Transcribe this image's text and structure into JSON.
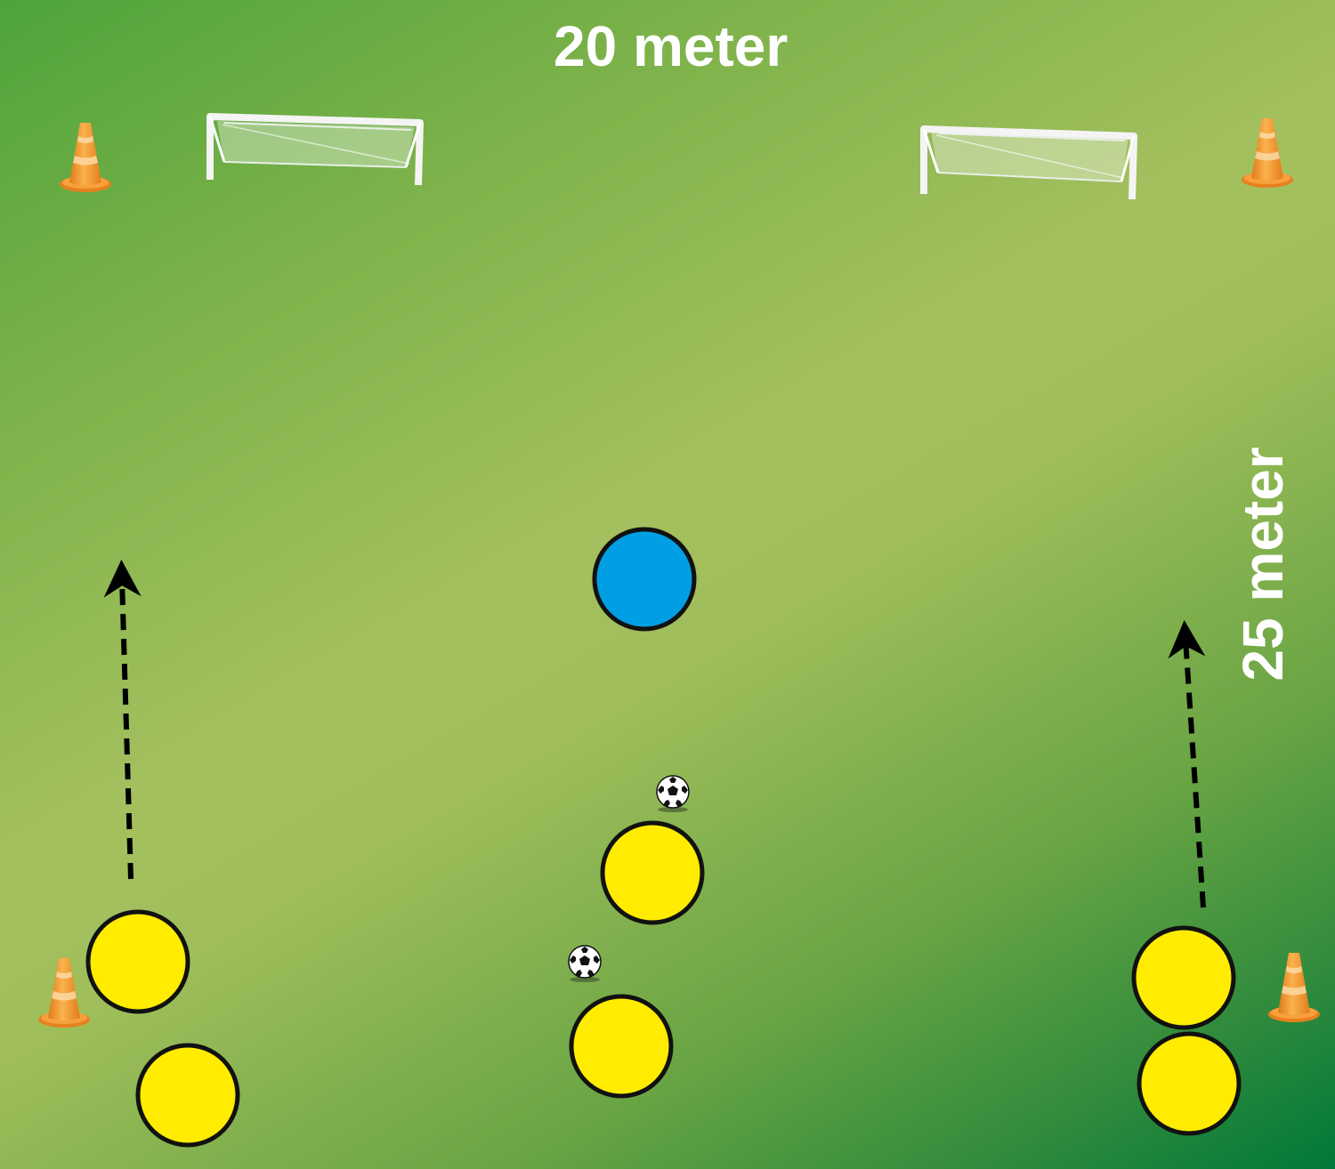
{
  "field": {
    "width_label": "20 meter",
    "length_label": "25 meter"
  },
  "colors": {
    "grass_light": "#a4c05e",
    "grass_dark": "#00783a",
    "attacker": "#ffec00",
    "defender": "#009fe3",
    "cone": "#f39a2e",
    "goal": "#ffffff"
  },
  "players": [
    {
      "team": "yellow"
    },
    {
      "team": "yellow"
    },
    {
      "team": "yellow"
    },
    {
      "team": "yellow"
    },
    {
      "team": "yellow"
    },
    {
      "team": "yellow"
    },
    {
      "team": "blue"
    }
  ],
  "icons": [
    "cone-icon",
    "goal-icon",
    "ball-icon",
    "run-arrow-icon"
  ]
}
